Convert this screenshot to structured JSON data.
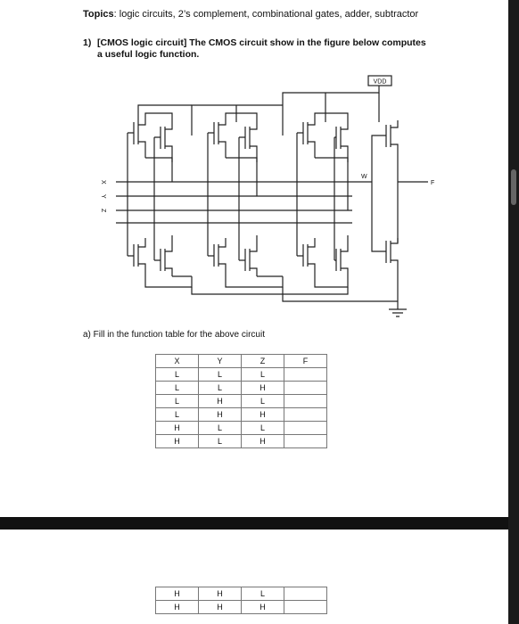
{
  "topics": {
    "label": "Topics",
    "text": ": logic circuits, 2’s complement, combinational gates, adder, subtractor"
  },
  "question1": {
    "number": "1)",
    "line1": "[CMOS logic circuit] The CMOS circuit show in the figure below computes",
    "line2": "a useful logic function."
  },
  "circuit": {
    "supply_label": "VDD",
    "inputs": [
      "X",
      "Y",
      "Z"
    ],
    "node_label": "W",
    "output_label": "F"
  },
  "part_a": {
    "text": "a) Fill in the function table for the above circuit"
  },
  "table": {
    "headers": [
      "X",
      "Y",
      "Z",
      "F"
    ],
    "rows": [
      [
        "L",
        "L",
        "L",
        ""
      ],
      [
        "L",
        "L",
        "H",
        ""
      ],
      [
        "L",
        "H",
        "L",
        ""
      ],
      [
        "L",
        "H",
        "H",
        ""
      ],
      [
        "H",
        "L",
        "L",
        ""
      ],
      [
        "H",
        "L",
        "H",
        ""
      ]
    ],
    "rows_continued": [
      [
        "H",
        "H",
        "L",
        ""
      ],
      [
        "H",
        "H",
        "H",
        ""
      ]
    ]
  }
}
